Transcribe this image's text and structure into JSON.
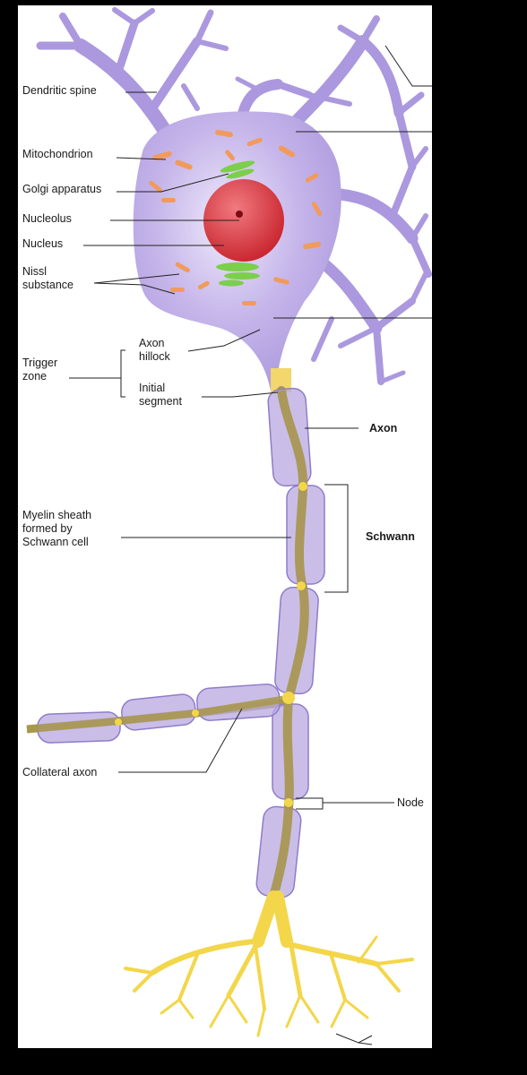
{
  "labels": {
    "dendritic_spine": "Dendritic spine",
    "mitochondrion": "Mitochondrion",
    "golgi": "Golgi apparatus",
    "nucleolus": "Nucleolus",
    "nucleus": "Nucleus",
    "nissl_1": "Nissl",
    "nissl_2": "substance",
    "trigger_1": "Trigger",
    "trigger_2": "zone",
    "hillock_1": "Axon",
    "hillock_2": "hillock",
    "initial_1": "Initial",
    "initial_2": "segment",
    "axon": "Axon",
    "myelin_1": "Myelin sheath",
    "myelin_2": "formed by",
    "myelin_3": "Schwann cell",
    "schwann": "Schwann",
    "collateral": "Collateral axon",
    "node": "Node"
  },
  "colors": {
    "background": "#000000",
    "panel": "#ffffff",
    "cell_body": "#b9a6e2",
    "nucleus": "#d9343d",
    "golgi": "#7ccf4a",
    "mitochondria": "#f29a5c",
    "axon": "#a8984a",
    "myelin": "#b8a8e0",
    "terminals": "#f3d64a"
  }
}
